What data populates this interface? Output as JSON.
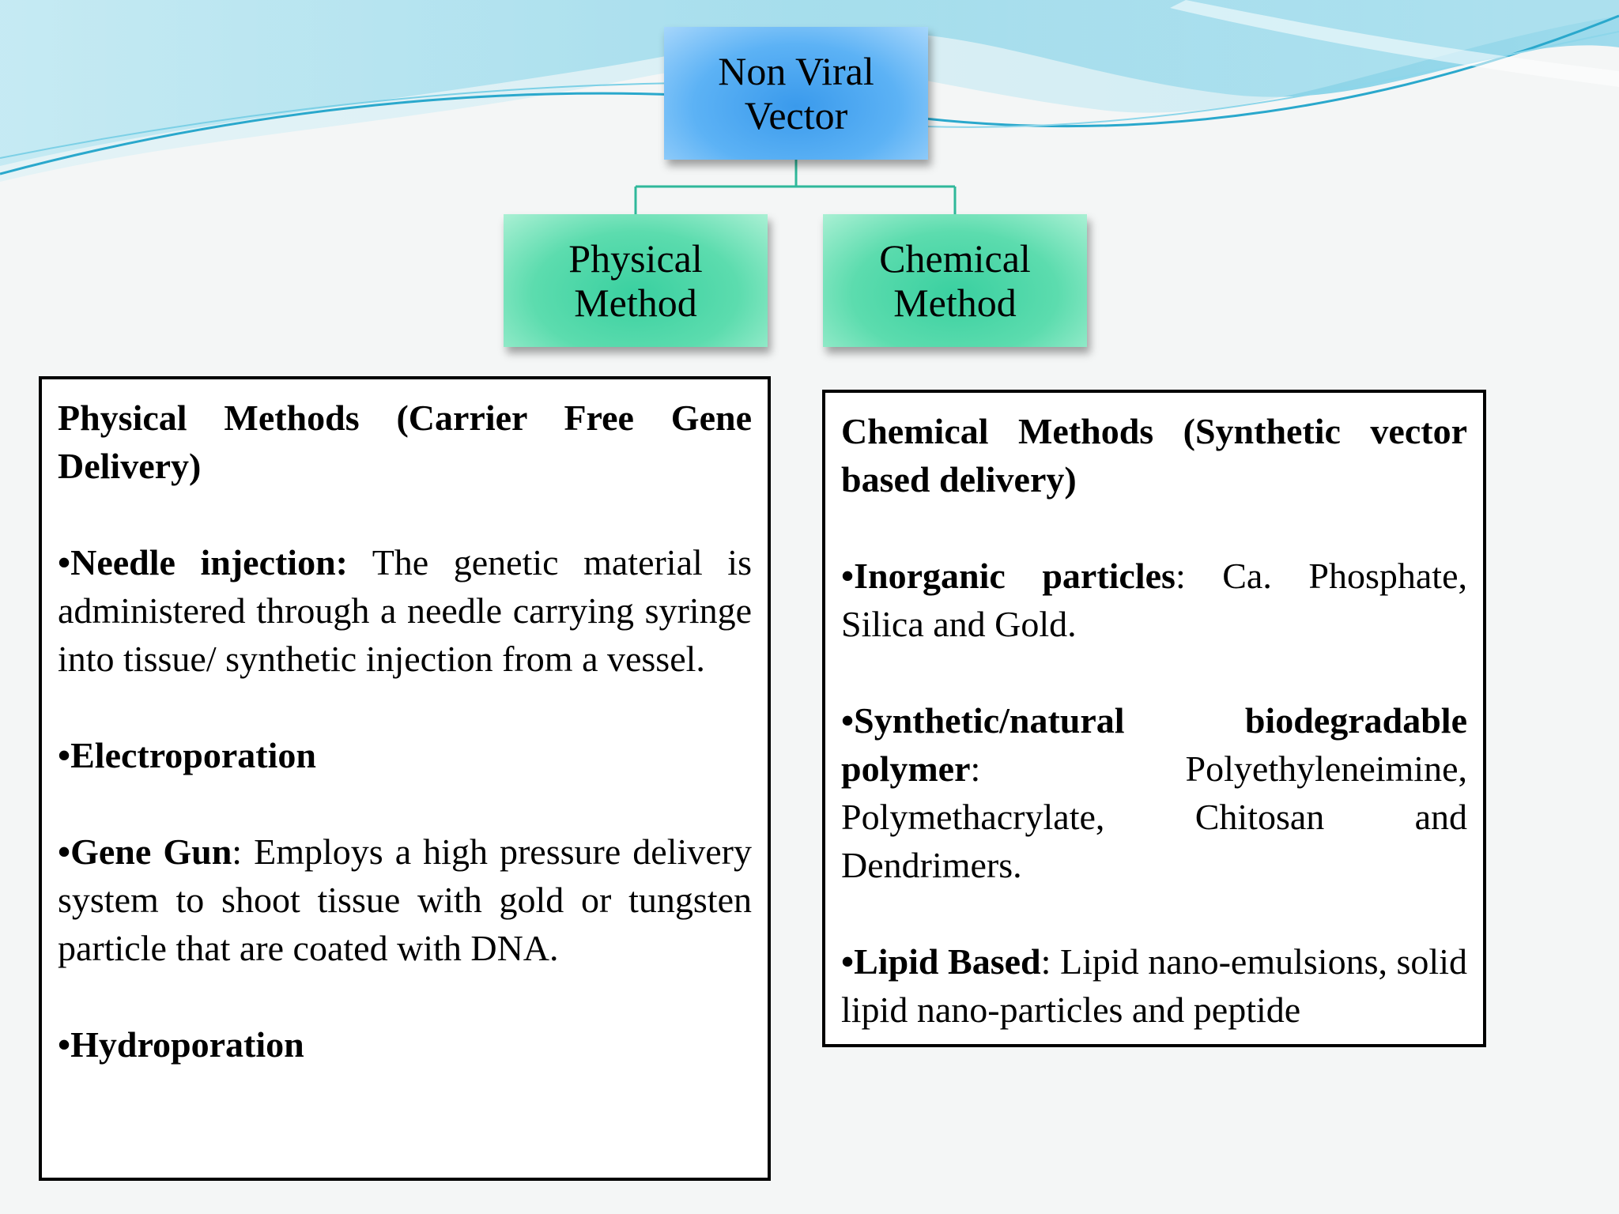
{
  "diagram": {
    "root": {
      "line1": "Non Viral",
      "line2": "Vector"
    },
    "physical_node": {
      "line1": "Physical",
      "line2": "Method"
    },
    "chemical_node": {
      "line1": "Chemical",
      "line2": "Method"
    }
  },
  "physical_box": {
    "title": "Physical Methods (Carrier Free Gene Delivery)",
    "items": [
      {
        "term": "•Needle injection:",
        "desc": " The genetic material is administered through a needle carrying syringe into tissue/ synthetic injection from a vessel."
      },
      {
        "term": "•Electroporation",
        "desc": ""
      },
      {
        "term": "•Gene Gun",
        "desc": ": Employs a high pressure delivery system to shoot tissue with gold or tungsten particle that are coated with DNA."
      },
      {
        "term": "•Hydroporation",
        "desc": ""
      }
    ]
  },
  "chemical_box": {
    "title": "Chemical Methods (Synthetic vector based delivery)",
    "items": [
      {
        "term": "•Inorganic particles",
        "desc": ": Ca. Phosphate, Silica and Gold."
      },
      {
        "term": "•Synthetic/natural biodegradable polymer",
        "desc": ": Polyethyleneimine, Polymethacrylate, Chitosan and Dendrimers."
      },
      {
        "term": "•Lipid Based",
        "desc": ": Lipid nano-emulsions, solid lipid nano-particles and peptide"
      }
    ]
  },
  "colors": {
    "root_fill": "#4aa6f0",
    "method_fill": "#4ed6a6",
    "connector": "#2fb89a",
    "wave_light": "#bfe8f2",
    "wave_mid": "#6cc9e0",
    "wave_dark": "#2aa8cc"
  }
}
